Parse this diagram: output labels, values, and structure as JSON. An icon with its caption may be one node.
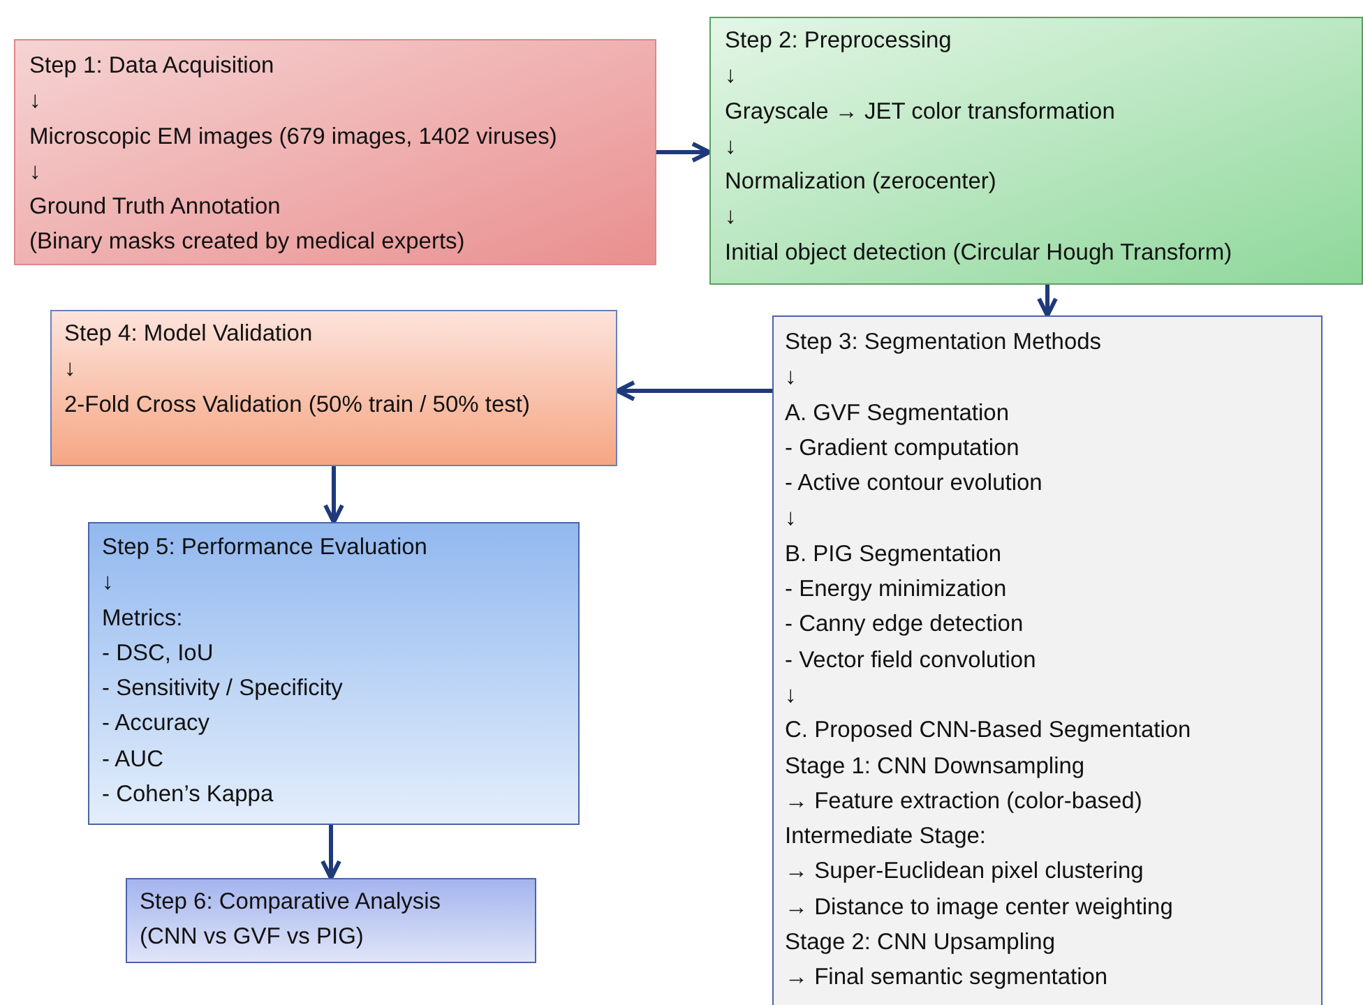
{
  "diagram": {
    "nodes": [
      {
        "text": [
          "Step 1: Data Acquisition",
          "↓",
          "Microscopic EM images (679 images, 1402 viruses)",
          "↓",
          "Ground Truth Annotation",
          "(Binary masks created by medical experts)"
        ]
      },
      {
        "text": [
          "Step 2: Preprocessing",
          "↓",
          "Grayscale → JET color transformation",
          "↓",
          "Normalization (zerocenter)",
          "↓",
          "Initial object detection (Circular Hough Transform)"
        ]
      },
      {
        "text": [
          "Step 3: Segmentation Methods",
          "↓",
          "A. GVF Segmentation",
          "- Gradient computation",
          "- Active contour evolution",
          "↓",
          "B. PIG Segmentation",
          "- Energy minimization",
          "- Canny edge detection",
          "- Vector field convolution",
          "↓",
          "C. Proposed CNN-Based Segmentation",
          "Stage 1: CNN Downsampling",
          "→ Feature extraction (color-based)",
          "Intermediate Stage:",
          "→ Super-Euclidean pixel clustering",
          "→ Distance to image center weighting",
          "Stage 2: CNN Upsampling",
          "→ Final semantic segmentation"
        ]
      },
      {
        "text": [
          "Step 4: Model Validation",
          "↓",
          "2-Fold Cross Validation (50% train / 50% test)"
        ]
      },
      {
        "text": [
          "Step 5: Performance Evaluation",
          "↓",
          "Metrics:",
          "- DSC, IoU",
          "- Sensitivity / Specificity",
          "- Accuracy",
          "- AUC",
          "- Cohen’s Kappa"
        ]
      },
      {
        "text": [
          "Step 6: Comparative Analysis",
          "(CNN vs GVF vs PIG)"
        ]
      }
    ],
    "edges": [
      {
        "from": 0,
        "to": 1,
        "arrow": "to"
      },
      {
        "from": 1,
        "to": 2,
        "arrow": "to"
      },
      {
        "from": 2,
        "to": 3,
        "arrow": "to"
      },
      {
        "from": 3,
        "to": 4,
        "arrow": "to"
      },
      {
        "from": 4,
        "to": 5,
        "arrow": "to"
      }
    ]
  }
}
